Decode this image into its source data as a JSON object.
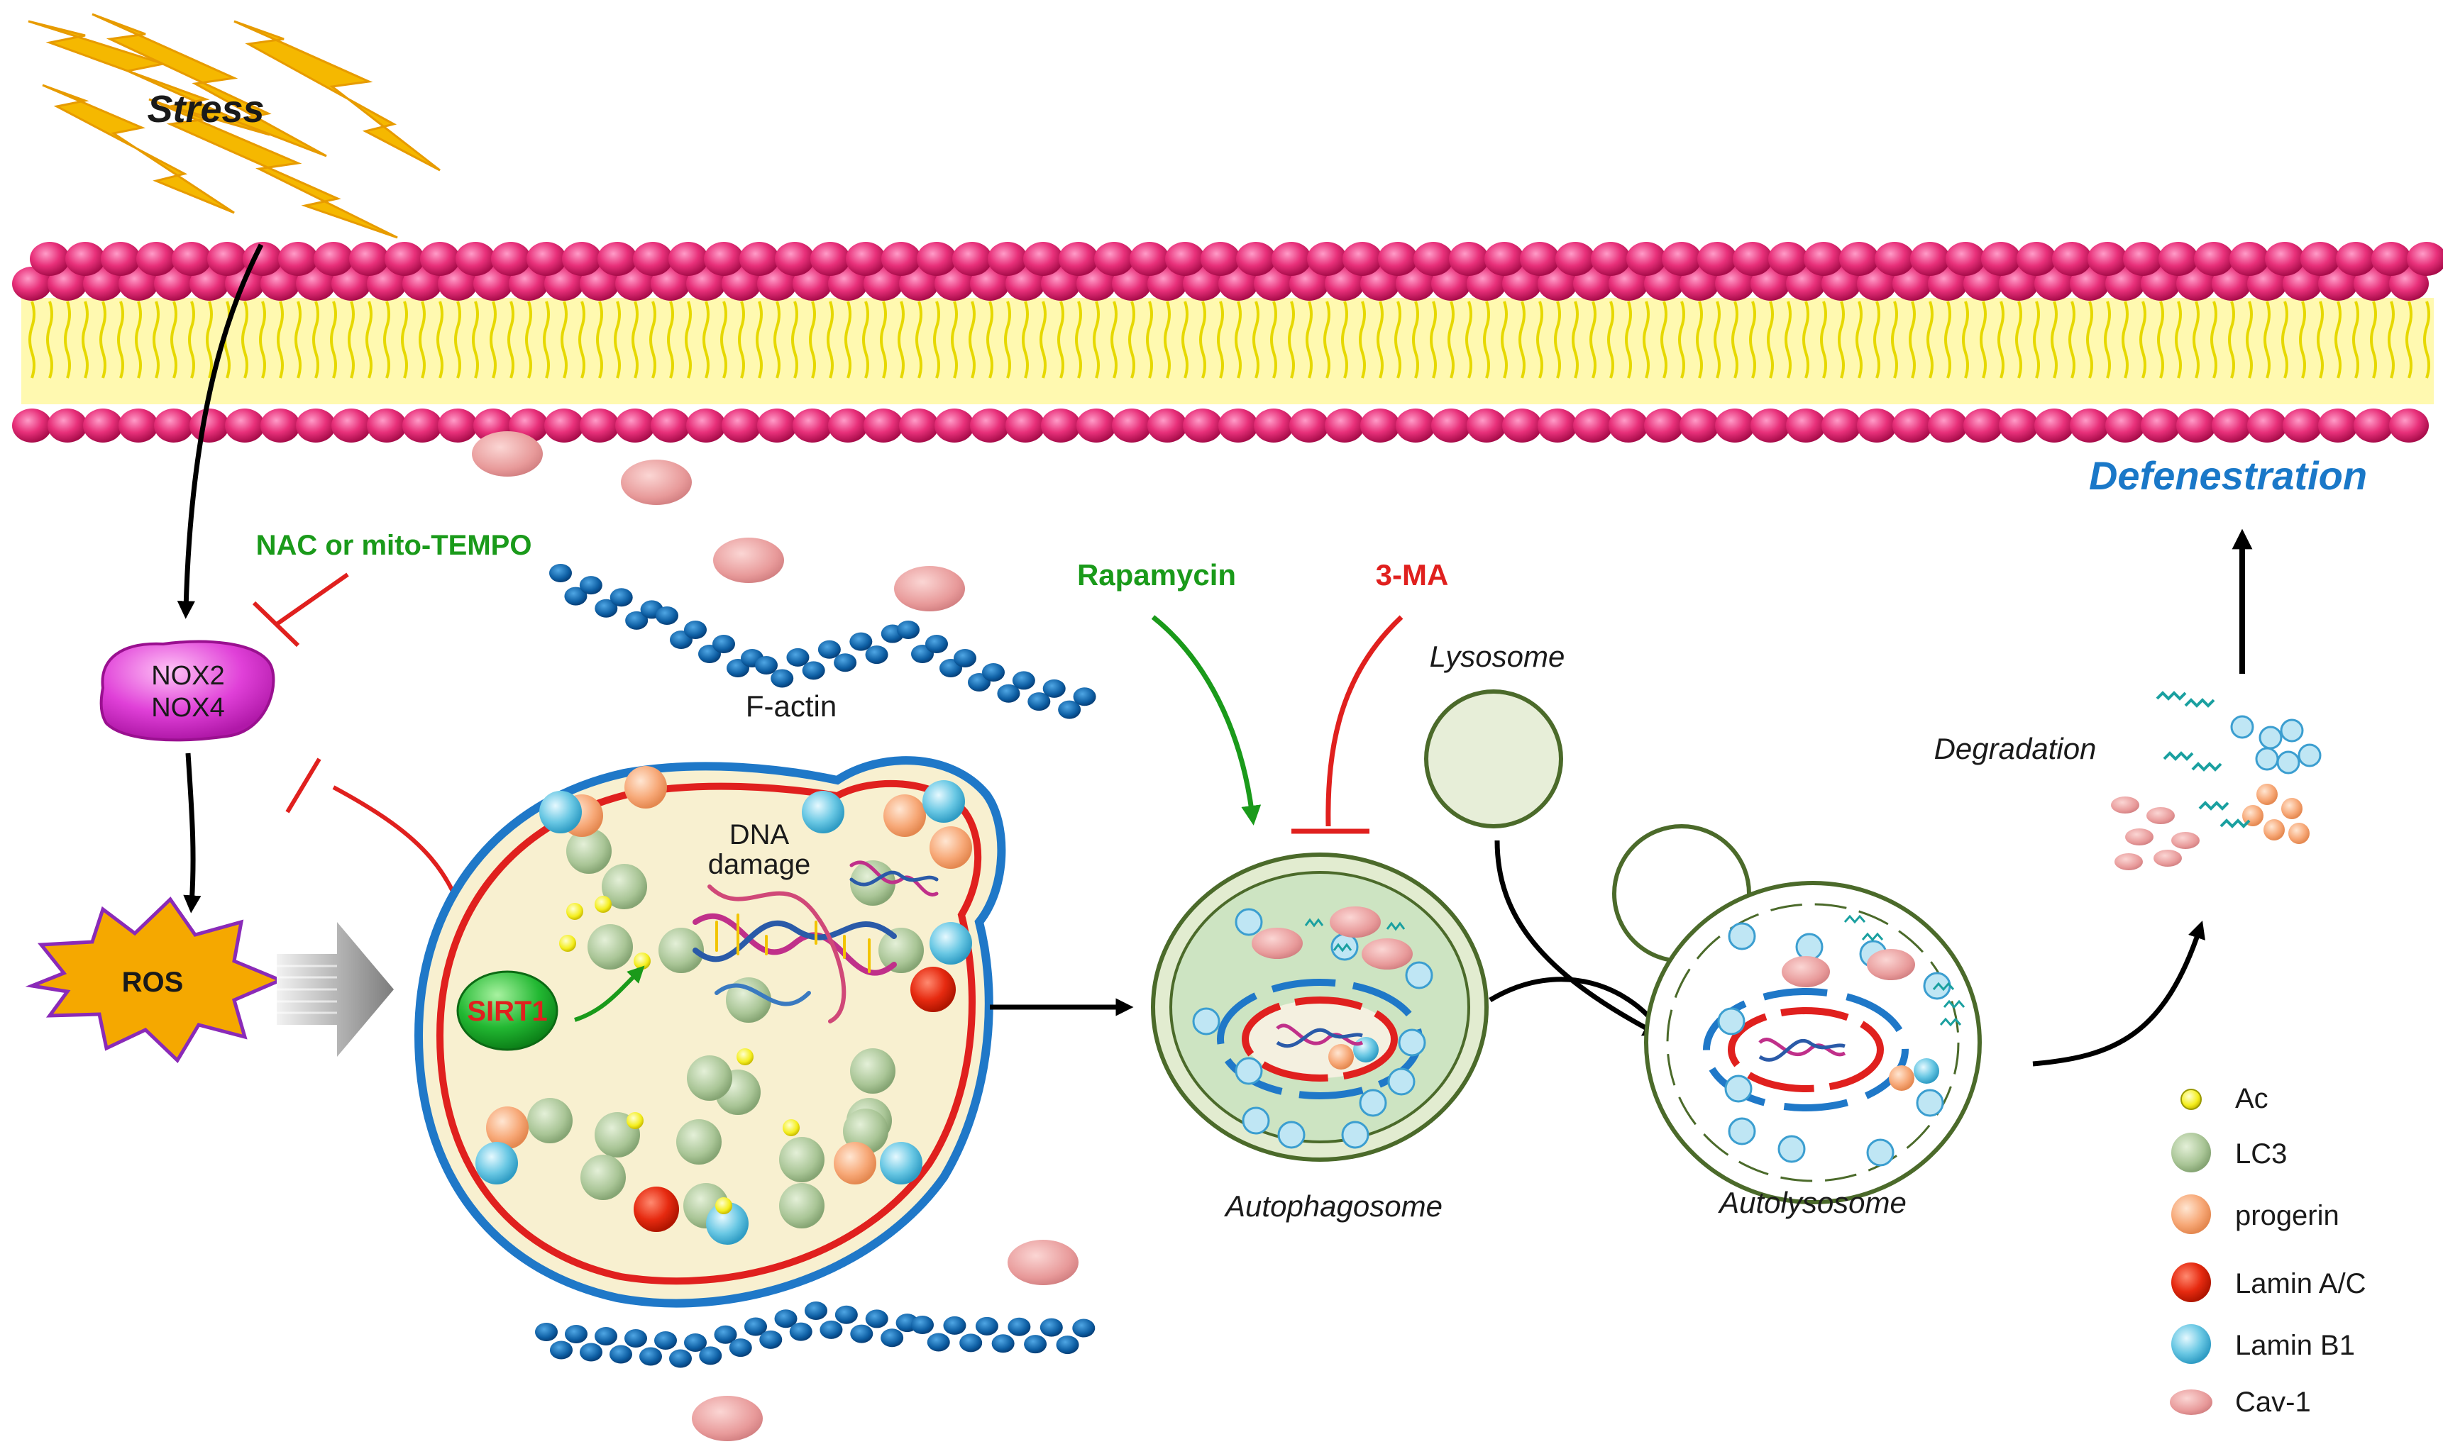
{
  "labels": {
    "stress": "Stress",
    "nac": "NAC or mito-TEMPO",
    "nox2": "NOX2",
    "nox4": "NOX4",
    "ros": "ROS",
    "factin": "F-actin",
    "dna_line1": "DNA",
    "dna_line2": "damage",
    "sirt1": "SIRT1",
    "rapamycin": "Rapamycin",
    "three_ma": "3-MA",
    "lysosome": "Lysosome",
    "autophagosome": "Autophagosome",
    "autolysosome": "Autolysosome",
    "degradation": "Degradation",
    "defenestration": "Defenestration"
  },
  "legend": [
    {
      "label": "Ac",
      "icon": "acetyl-icon"
    },
    {
      "label": "LC3",
      "icon": "lc3-icon"
    },
    {
      "label": "progerin",
      "icon": "progerin-icon"
    },
    {
      "label": "Lamin A/C",
      "icon": "lamin-ac-icon"
    },
    {
      "label": "Lamin B1",
      "icon": "lamin-b1-icon"
    },
    {
      "label": "Cav-1",
      "icon": "cav1-icon"
    }
  ],
  "colors": {
    "activation_green": "#1a9a1a",
    "inhibition_red": "#e0201e",
    "membrane_head": "#e8307a",
    "membrane_tail": "#f4f000",
    "defenestration_blue": "#1a78c8",
    "stress_bolt": "#f5b800",
    "ros_star": "#f5a800",
    "nox_pill": "#e040d8",
    "sirt1_green": "#22b832"
  }
}
